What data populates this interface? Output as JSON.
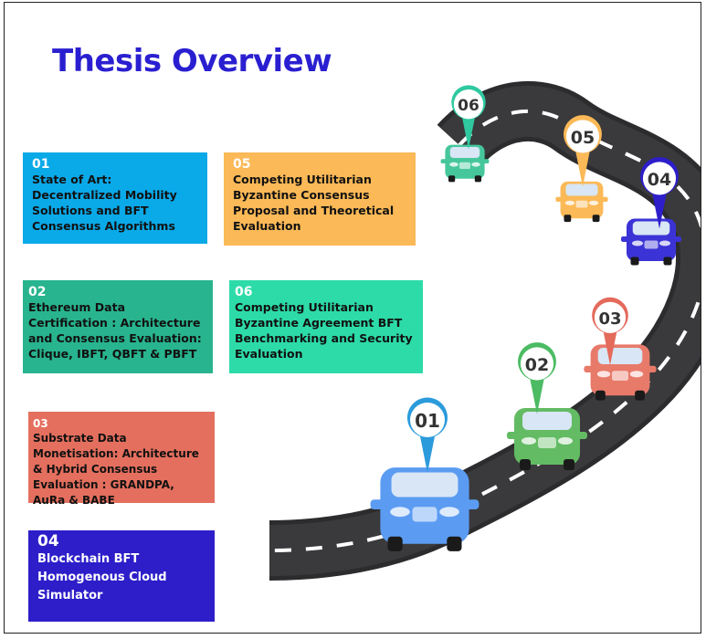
{
  "page": {
    "title": "Thesis Overview"
  },
  "cards": [
    {
      "id": "c1",
      "number": "01",
      "text": "State of Art: Decentralized Mobility Solutions and BFT Consensus Algorithms",
      "color": "#0aa9e8"
    },
    {
      "id": "c2",
      "number": "02",
      "text": "Ethereum Data Certification : Architecture and Consensus Evaluation: Clique, IBFT, QBFT & PBFT",
      "color": "#28b48e"
    },
    {
      "id": "c3",
      "number": "03",
      "text": "Substrate Data Monetisation: Architecture & Hybrid Consensus Evaluation : GRANDPA, AuRa & BABE",
      "color": "#e46f5e"
    },
    {
      "id": "c4",
      "number": "04",
      "text": "Blockchain BFT Homogenous Cloud Simulator",
      "color": "#2d1ec9"
    },
    {
      "id": "c5",
      "number": "05",
      "text": "Competing Utilitarian Byzantine Consensus  Proposal and Theoretical Evaluation",
      "color": "#fbb957"
    },
    {
      "id": "c6",
      "number": "06",
      "text": "Competing Utilitarian Byzantine Agreement BFT Benchmarking and Security Evaluation",
      "color": "#2ddba8"
    }
  ],
  "roadmap": {
    "pins": [
      {
        "label": "01",
        "color": "#2b9bdc"
      },
      {
        "label": "02",
        "color": "#4cbb63"
      },
      {
        "label": "03",
        "color": "#e46a5c"
      },
      {
        "label": "04",
        "color": "#2d1ec9"
      },
      {
        "label": "05",
        "color": "#fbb957"
      },
      {
        "label": "06",
        "color": "#2fc9a0"
      }
    ],
    "cars": [
      {
        "name": "car-01",
        "color": "#5b9cf2"
      },
      {
        "name": "car-02",
        "color": "#63bb63"
      },
      {
        "name": "car-03",
        "color": "#e87a6a"
      },
      {
        "name": "car-04",
        "color": "#3b33d6"
      },
      {
        "name": "car-05",
        "color": "#fbb957"
      },
      {
        "name": "car-06",
        "color": "#46c79b"
      }
    ],
    "road_color": "#2c2c2e",
    "lane_color": "#ffffff"
  }
}
